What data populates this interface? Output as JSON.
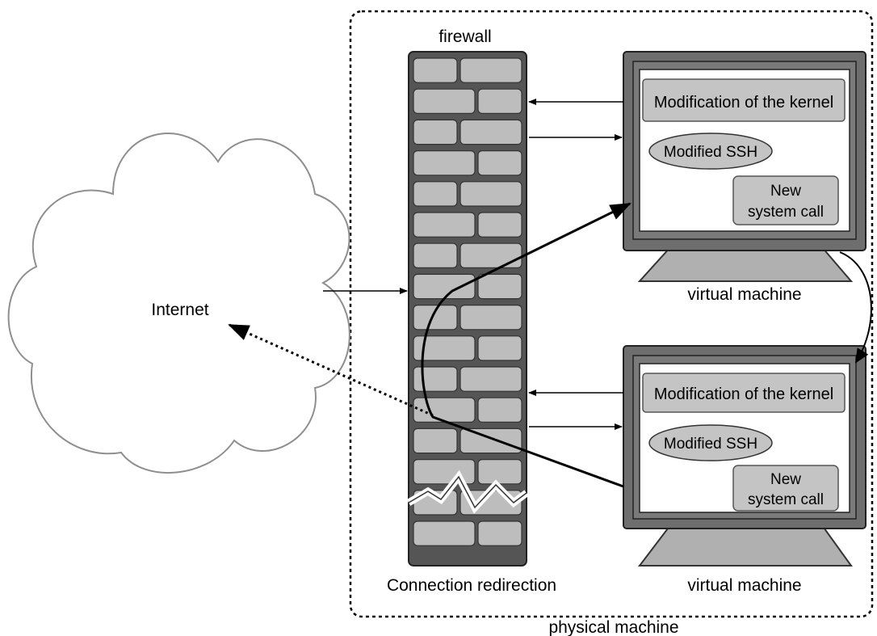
{
  "labels": {
    "internet": "Internet",
    "firewall": "firewall",
    "connection_redirection": "Connection redirection",
    "physical_machine": "physical machine"
  },
  "vm_top": {
    "kernel": "Modification of the kernel",
    "ssh": "Modified SSH",
    "syscall_line1": "New",
    "syscall_line2": "system call",
    "caption": "virtual machine"
  },
  "vm_bottom": {
    "kernel": "Modification of the kernel",
    "ssh": "Modified SSH",
    "syscall_line1": "New",
    "syscall_line2": "system call",
    "caption": "virtual machine"
  },
  "colors": {
    "brick": "#bdbdbd",
    "wall": "#555555",
    "screen_frame": "#6e6e6e",
    "box_fill": "#c4c4c4",
    "stand": "#b0b0b0"
  }
}
